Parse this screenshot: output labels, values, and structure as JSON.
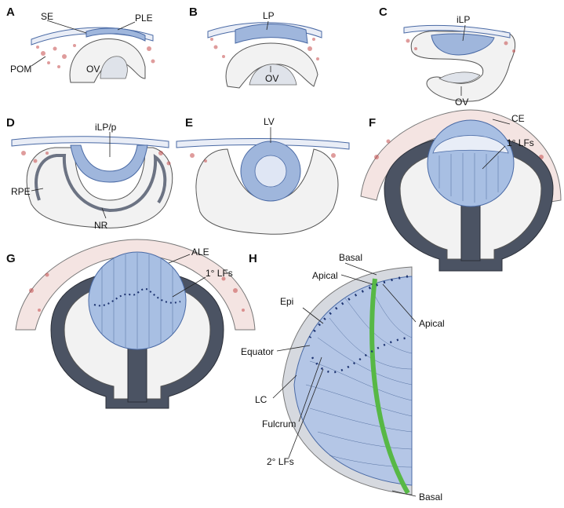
{
  "panels": {
    "A": {
      "letter": "A",
      "labels": [
        "SE",
        "PLE",
        "POM",
        "OV"
      ]
    },
    "B": {
      "letter": "B",
      "labels": [
        "LP",
        "OV"
      ]
    },
    "C": {
      "letter": "C",
      "labels": [
        "iLP",
        "OV"
      ]
    },
    "D": {
      "letter": "D",
      "labels": [
        "iLP/p",
        "RPE",
        "NR"
      ]
    },
    "E": {
      "letter": "E",
      "labels": [
        "LV"
      ]
    },
    "F": {
      "letter": "F",
      "labels": [
        "CE",
        "1° LFs"
      ]
    },
    "G": {
      "letter": "G",
      "labels": [
        "ALE",
        "1° LFs"
      ]
    },
    "H": {
      "letter": "H",
      "labels": [
        "Basal",
        "Apical",
        "Epi",
        "Apical",
        "Equator",
        "LC",
        "Fulcrum",
        "2° LFs",
        "Basal"
      ]
    }
  },
  "colors": {
    "lens_blue": "#a8bfe3",
    "lens_outline": "#4a6aa5",
    "mesenchyme_red": "#c44a4a",
    "retina_dark": "#4b5363",
    "fiber_green": "#57b846",
    "tissue_grey": "#f2f2f2"
  }
}
